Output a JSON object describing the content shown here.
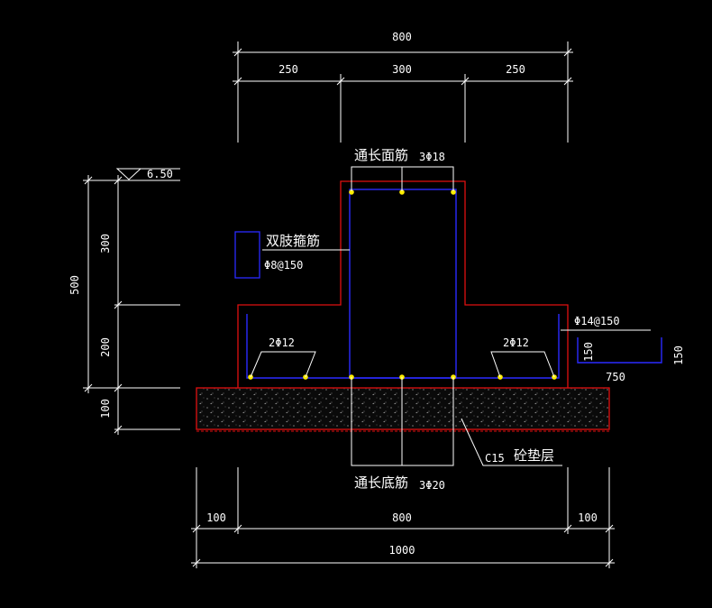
{
  "dimensions": {
    "top_total": "800",
    "top_left": "250",
    "top_mid": "300",
    "top_right": "250",
    "left_total": "500",
    "left_upper": "300",
    "left_lower": "200",
    "left_base": "100",
    "bottom_left": "100",
    "bottom_mid": "800",
    "bottom_right": "100",
    "bottom_total": "1000"
  },
  "elevation": "6.50",
  "labels": {
    "top_bars_title": "通长面筋",
    "top_bars_spec": "3Φ18",
    "stirrup_title": "双肢箍筋",
    "stirrup_spec": "Φ8@150",
    "side_bars_left": "2Φ12",
    "side_bars_right": "2Φ12",
    "distribution_spec": "Φ14@150",
    "hook_length": "150",
    "hook_height": "150",
    "distribution_length": "750",
    "bottom_bars_title": "通长底筋",
    "bottom_bars_spec": "3Φ20",
    "concrete_grade": "C15",
    "pad_title": "砼垫层"
  },
  "colors": {
    "background": "#000000",
    "concrete_outline": "#e01010",
    "rebar": "#2a2aff",
    "bar_section": "#ffee00",
    "dimension": "#ffffff"
  }
}
